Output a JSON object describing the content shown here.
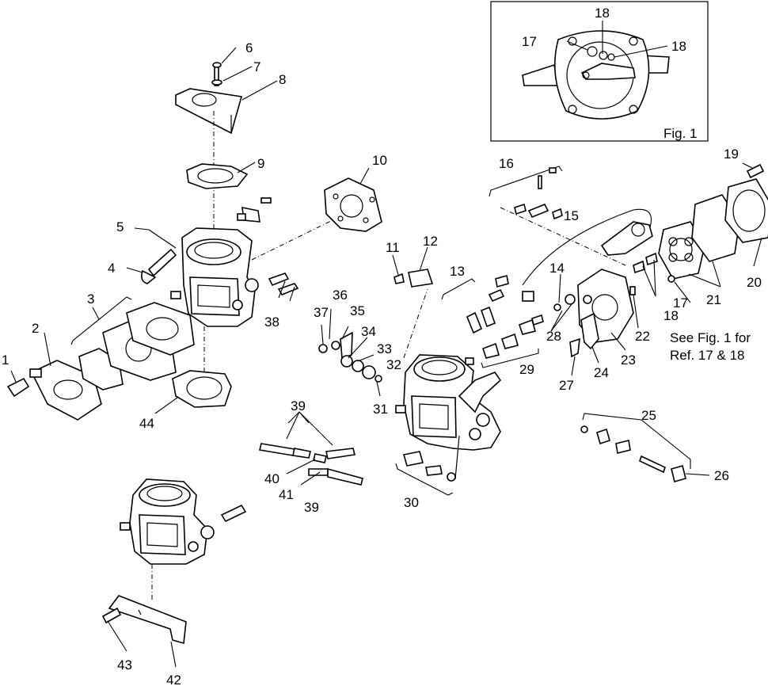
{
  "callouts": [
    "1",
    "2",
    "3",
    "4",
    "5",
    "6",
    "7",
    "8",
    "9",
    "10",
    "11",
    "12",
    "13",
    "14",
    "15",
    "16",
    "17",
    "17",
    "18",
    "18",
    "18",
    "19",
    "20",
    "21",
    "22",
    "23",
    "24",
    "25",
    "26",
    "27",
    "28",
    "29",
    "30",
    "31",
    "32",
    "33",
    "34",
    "35",
    "36",
    "37",
    "38",
    "39",
    "39",
    "40",
    "41",
    "42",
    "43",
    "44"
  ],
  "inset": {
    "caption": "Fig. 1",
    "labels": [
      "18",
      "17",
      "18"
    ]
  },
  "note": {
    "line1": "See Fig. 1 for",
    "line2": "Ref. 17 & 18"
  }
}
